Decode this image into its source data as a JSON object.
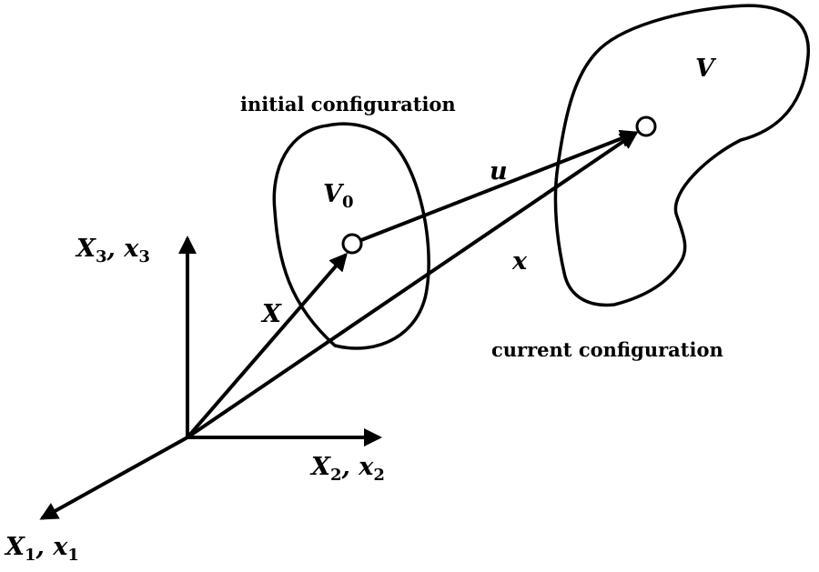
{
  "labels": {
    "initial_configuration": "initial configuration",
    "current_configuration": "current configuration",
    "V0_main": "V",
    "V0_sub": "0",
    "V": "V",
    "u": "u",
    "x": "x",
    "X": "X",
    "axis3_a": "X",
    "axis3_a_sub": "3",
    "axis3_sep": ", ",
    "axis3_b": "x",
    "axis3_b_sub": "3",
    "axis2_a": "X",
    "axis2_a_sub": "2",
    "axis2_sep": ", ",
    "axis2_b": "x",
    "axis2_b_sub": "2",
    "axis1_a": "X",
    "axis1_a_sub": "1",
    "axis1_sep": ", ",
    "axis1_b": "x",
    "axis1_b_sub": "1"
  },
  "colors": {
    "stroke": "#000000",
    "background": "#ffffff"
  }
}
